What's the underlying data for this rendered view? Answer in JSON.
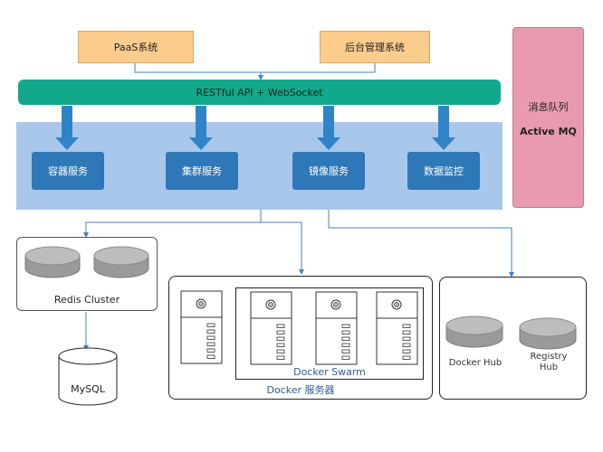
{
  "clients": {
    "paas": "PaaS系统",
    "admin": "后台管理系统"
  },
  "api_bar": "RESTful API + WebSocket",
  "services": [
    "容器服务",
    "集群服务",
    "镜像服务",
    "数据监控"
  ],
  "mq": {
    "title": "消息队列",
    "name": "Active MQ"
  },
  "redis": "Redis Cluster",
  "mysql": "MySQL",
  "docker": {
    "swarm": "Docker Swarm",
    "servers": "Docker 服务器"
  },
  "hubs": {
    "docker_hub": "Docker Hub",
    "registry_line1": "Registry",
    "registry_line2": "Hub"
  },
  "colors": {
    "client": "#fccc8c",
    "api": "#12a88a",
    "service_panel": "#a9c7ea",
    "service": "#2f78b7",
    "mq": "#e89aae",
    "connector": "#4a7fb8",
    "label_blue": "#2a5d9a"
  }
}
